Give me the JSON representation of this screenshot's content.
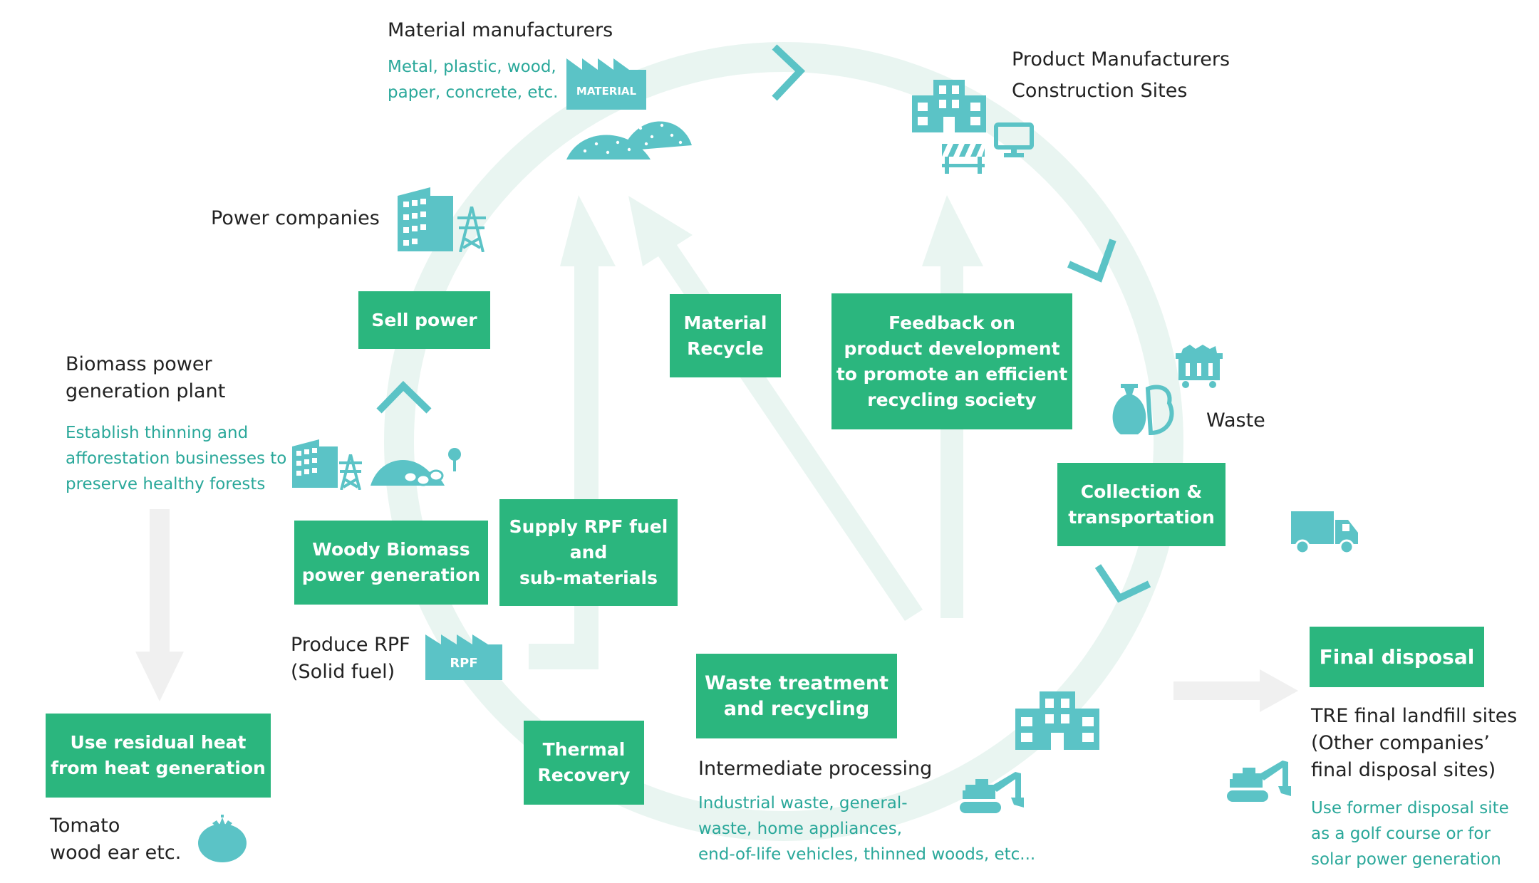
{
  "material_manufacturers": {
    "title": "Material manufacturers",
    "desc": "Metal, plastic, wood,\npaper, concrete, etc.",
    "factory_label": "MATERIAL"
  },
  "product_manufacturers": {
    "title": "Product Manufacturers\nConstruction Sites"
  },
  "power_companies": {
    "title": "Power companies"
  },
  "biomass_plant": {
    "title": "Biomass power\ngeneration plant",
    "desc": "Establish thinning and\nafforestation businesses to\npreserve healthy forests"
  },
  "waste": {
    "title": "Waste"
  },
  "produce_rpf": {
    "title": "Produce RPF\n(Solid fuel)",
    "factory_label": "RPF"
  },
  "intermediate": {
    "title": "Intermediate processing",
    "desc": "Industrial waste, general-\nwaste, home appliances,\nend-of-life vehicles, thinned woods, etc..."
  },
  "tre": {
    "title": "TRE final landfill sites\n(Other companies’\n final disposal sites)",
    "desc": "Use former disposal site\nas a golf course or for\nsolar power generation"
  },
  "tomato": {
    "title": "Tomato\nwood ear etc."
  },
  "boxes": {
    "sell_power": "Sell power",
    "material_recycle": "Material\nRecycle",
    "feedback": "Feedback on\nproduct development\nto promote an efficient\nrecycling society",
    "woody_biomass": "Woody Biomass\npower generation",
    "supply_rpf": "Supply RPF fuel\nand\nsub-materials",
    "collection": "Collection &\ntransportation",
    "final_disposal": "Final disposal",
    "residual_heat": "Use residual heat\nfrom heat generation",
    "thermal": "Thermal\nRecovery",
    "waste_treatment": "Waste treatment\nand recycling"
  },
  "colors": {
    "box_green": "#2bb67e",
    "icon_teal": "#5bc3c6",
    "ring_pale": "#e9f5f1",
    "arrow_gray": "#f0f0f0",
    "desc_teal": "#2aa89a"
  }
}
